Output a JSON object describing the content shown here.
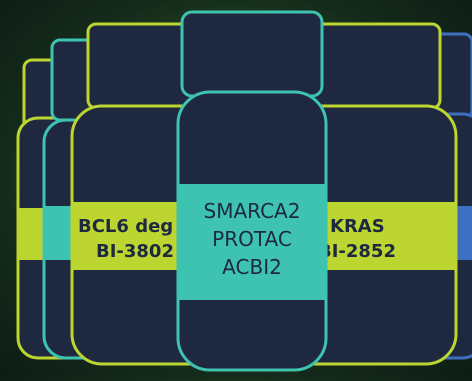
{
  "colors": {
    "body": "#1e2940",
    "lime": "#bcd531",
    "teal": "#3ec3b0",
    "blue": "#3f6fc0",
    "text_dark": "#1e2940"
  },
  "bottles": {
    "left_label_line1": "BCL6 deg",
    "left_label_line2": "BI-3802",
    "center_label_line1": "SMARCA2",
    "center_label_line2": "PROTAC",
    "center_label_line3": "ACBI2",
    "right_label_line1": "KRAS",
    "right_label_line2": "BI-2852"
  }
}
